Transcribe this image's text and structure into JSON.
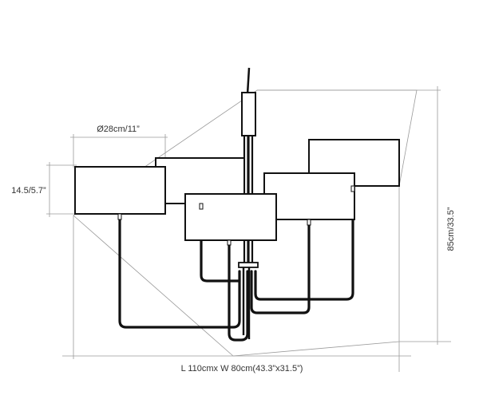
{
  "labels": {
    "shade_diameter": "Ø28cm/11”",
    "shade_height": "14.5/5.7”",
    "total_height": "85cm/33.5”",
    "footprint": "L 110cmx W 80cm(43.3”x31.5”)"
  },
  "colors": {
    "line": "#111111",
    "dimension": "#9a9a9a",
    "text": "#333333",
    "background": "#ffffff"
  }
}
